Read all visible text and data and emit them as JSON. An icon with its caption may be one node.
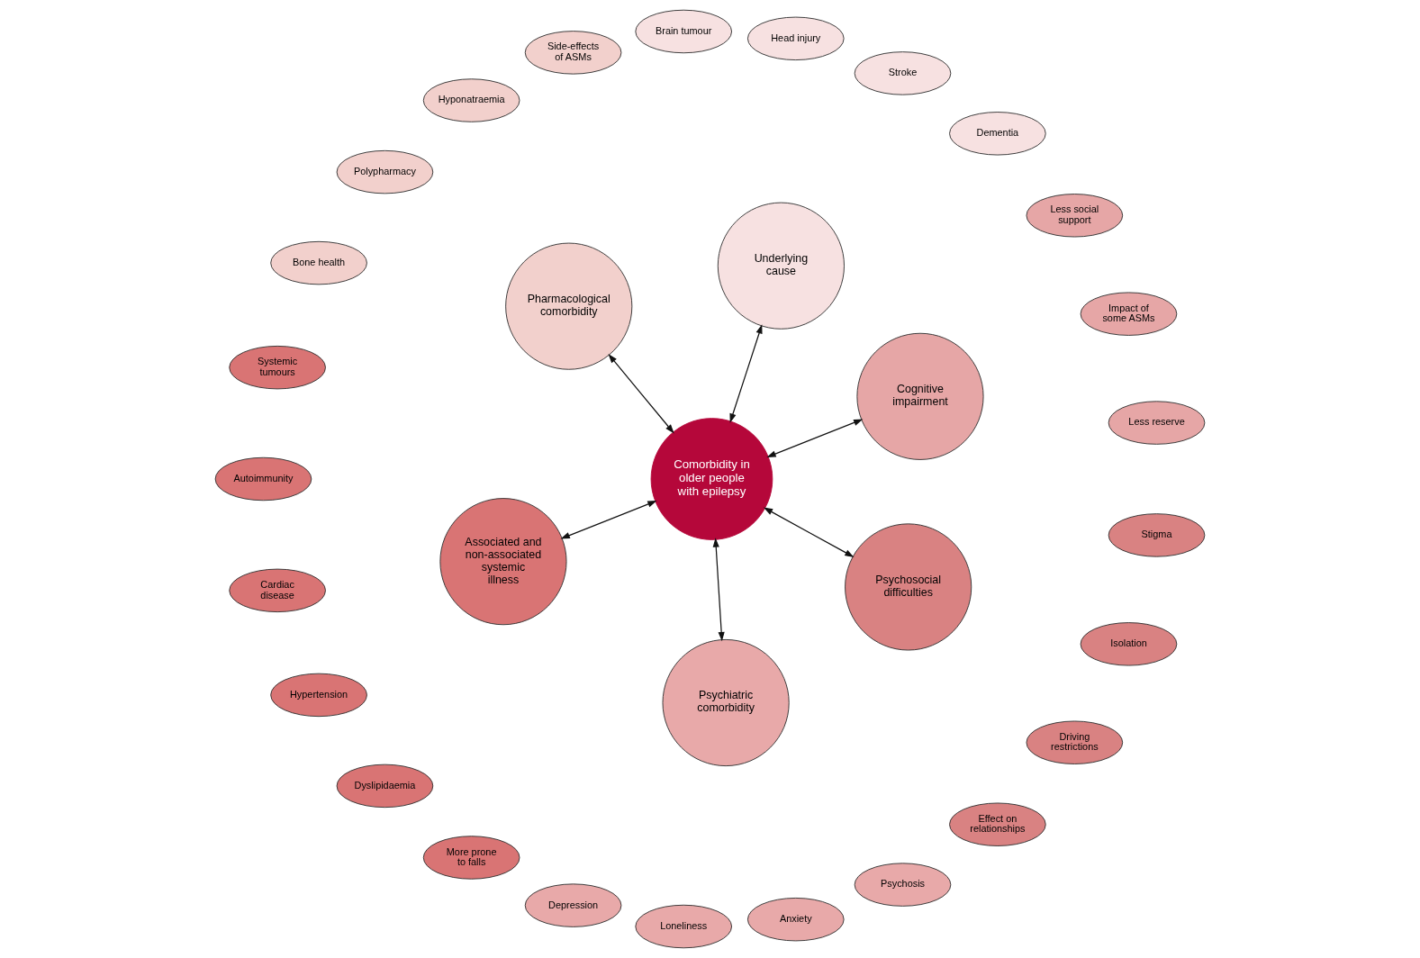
{
  "diagram": {
    "nodes": [
      {
        "text": [
          "Comorbidity in older people with epilepsy"
        ]
      },
      {
        "text": [
          "Cognitive impairment"
        ]
      },
      {
        "text": [
          "Underlying cause"
        ]
      },
      {
        "text": [
          "Pharmacological comorbidity"
        ]
      },
      {
        "text": [
          "Associated and non-associated systemic illness"
        ]
      },
      {
        "text": [
          "Psychiatric comorbidity"
        ]
      },
      {
        "text": [
          "Psychosocial difficulties"
        ]
      },
      {
        "text": [
          "Less reserve"
        ]
      },
      {
        "text": [
          "Impact of some ASMs"
        ]
      },
      {
        "text": [
          "Less social support"
        ]
      },
      {
        "text": [
          "Dementia"
        ]
      },
      {
        "text": [
          "Stroke"
        ]
      },
      {
        "text": [
          "Head injury"
        ]
      },
      {
        "text": [
          "Brain tumour"
        ]
      },
      {
        "text": [
          "Side-effects of ASMs"
        ]
      },
      {
        "text": [
          "Hyponatraemia"
        ]
      },
      {
        "text": [
          "Polypharmacy"
        ]
      },
      {
        "text": [
          "Bone health"
        ]
      },
      {
        "text": [
          "Systemic tumours"
        ]
      },
      {
        "text": [
          "Autoimmunity"
        ]
      },
      {
        "text": [
          "Cardiac disease"
        ]
      },
      {
        "text": [
          "Hypertension"
        ]
      },
      {
        "text": [
          "Dyslipidaemia"
        ]
      },
      {
        "text": [
          "More prone to falls"
        ]
      },
      {
        "text": [
          "Depression"
        ]
      },
      {
        "text": [
          "Loneliness"
        ]
      },
      {
        "text": [
          "Anxiety"
        ]
      },
      {
        "text": [
          "Psychosis"
        ]
      },
      {
        "text": [
          "Effect on relationships"
        ]
      },
      {
        "text": [
          "Driving restrictions"
        ]
      },
      {
        "text": [
          "Isolation"
        ]
      },
      {
        "text": [
          "Stigma"
        ]
      }
    ],
    "edges": [
      {
        "from": 0,
        "to": 1,
        "arrow": "both"
      },
      {
        "from": 0,
        "to": 2,
        "arrow": "both"
      },
      {
        "from": 0,
        "to": 3,
        "arrow": "both"
      },
      {
        "from": 0,
        "to": 4,
        "arrow": "both"
      },
      {
        "from": 0,
        "to": 5,
        "arrow": "both"
      },
      {
        "from": 0,
        "to": 6,
        "arrow": "both"
      }
    ]
  }
}
